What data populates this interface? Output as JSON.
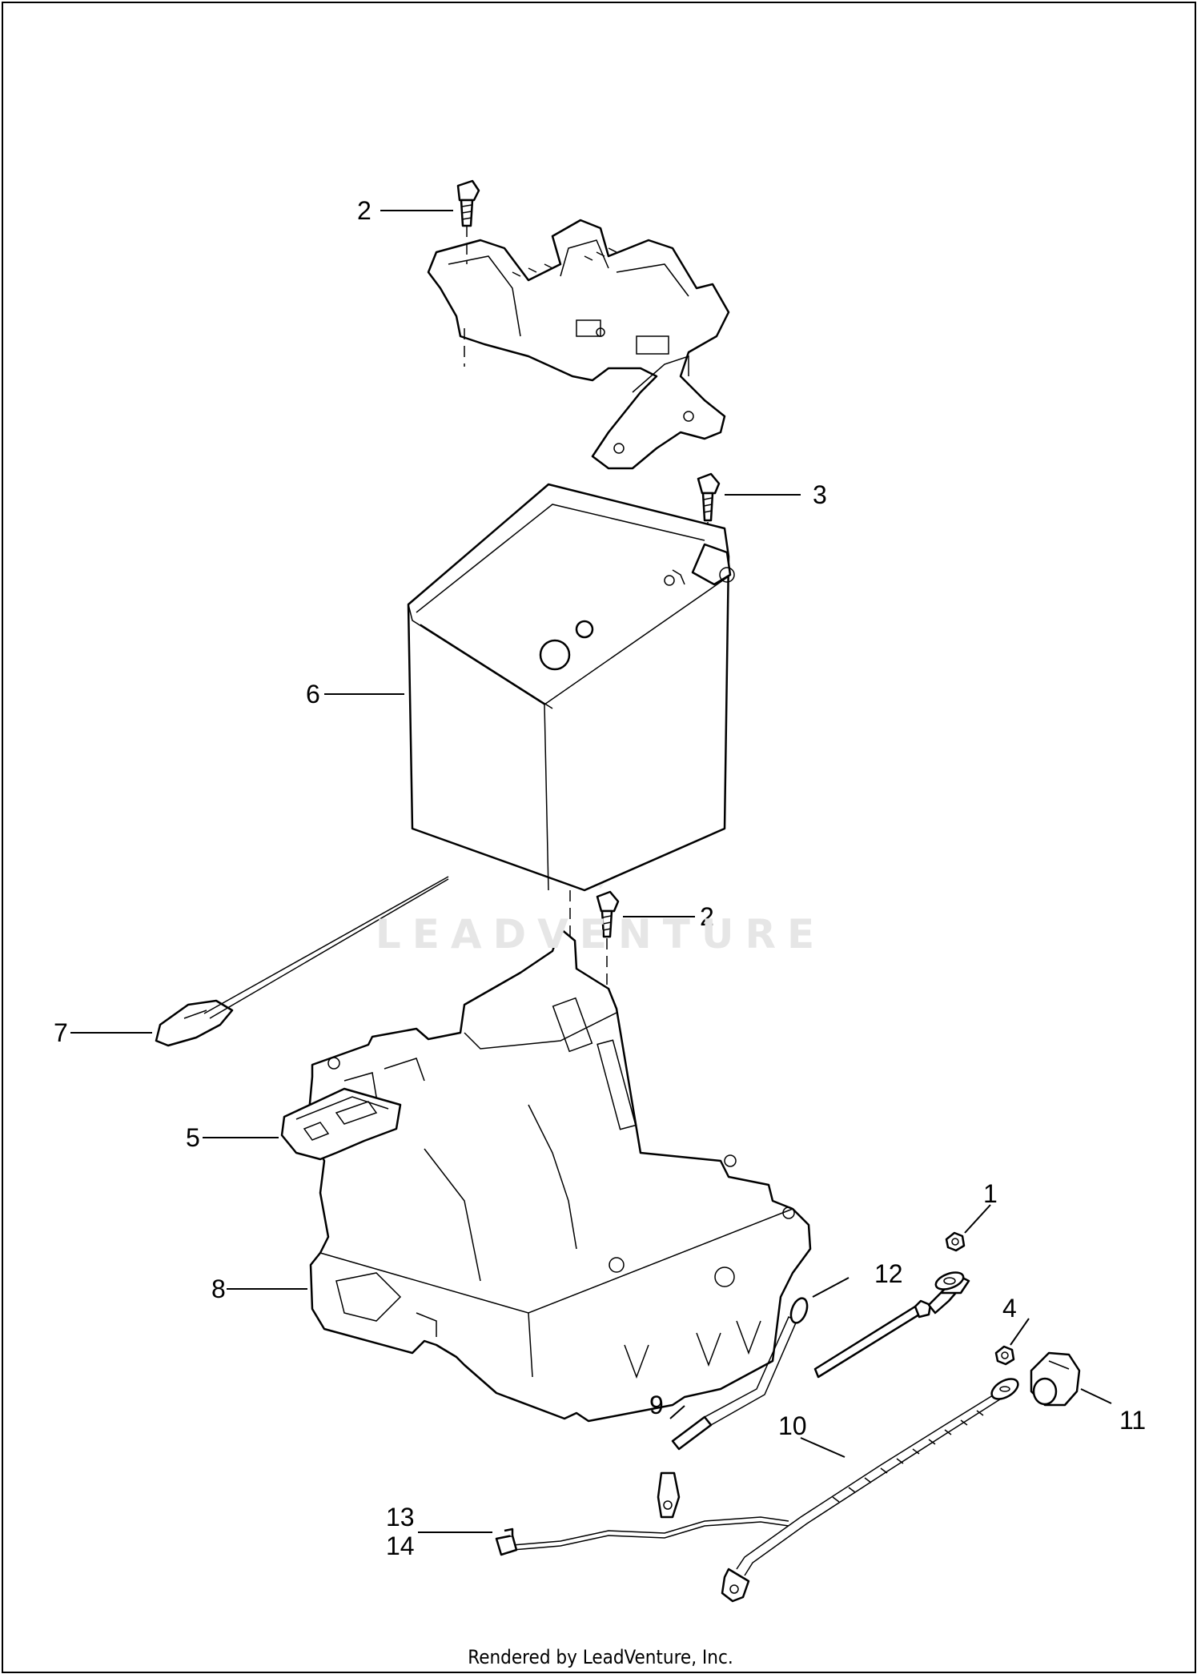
{
  "callouts": {
    "c1": "1",
    "c2a": "2",
    "c2b": "2",
    "c3": "3",
    "c4": "4",
    "c5": "5",
    "c6": "6",
    "c7": "7",
    "c8": "8",
    "c9": "9",
    "c10": "10",
    "c11": "11",
    "c12": "12",
    "c13": "13",
    "c14": "14"
  },
  "watermark": "LEADVENTURE",
  "footer": "Rendered by LeadVenture, Inc."
}
